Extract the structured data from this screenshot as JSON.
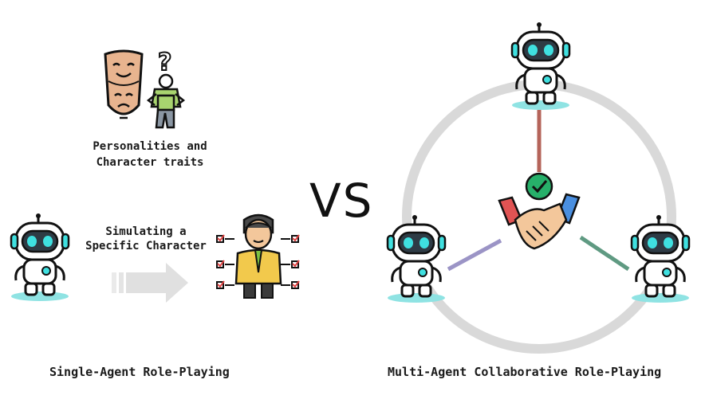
{
  "left_panel": {
    "traits_label": [
      "Personalities and",
      "Character traits"
    ],
    "simulate_label": [
      "Simulating a",
      "Specific Character"
    ],
    "caption": "Single-Agent Role-Playing"
  },
  "center": {
    "vs": "VS"
  },
  "right_panel": {
    "caption": "Multi-Agent Collaborative Role-Playing"
  },
  "colors": {
    "robot_eye": "#3fe0e0",
    "robot_body": "#ffffff",
    "robot_outline": "#111111",
    "ring": "#d9d9d9",
    "link_top": "#b5645a",
    "link_left": "#9b94c6",
    "link_right": "#5f9a82",
    "check_badge": "#27b06a",
    "arrow": "#e0e0e0"
  },
  "icons": [
    "theatre-masks-icon",
    "confused-person-icon",
    "question-mark-icon",
    "robot-icon",
    "arrow-right-icon",
    "character-checklist-icon",
    "handshake-icon",
    "checkmark-icon"
  ]
}
